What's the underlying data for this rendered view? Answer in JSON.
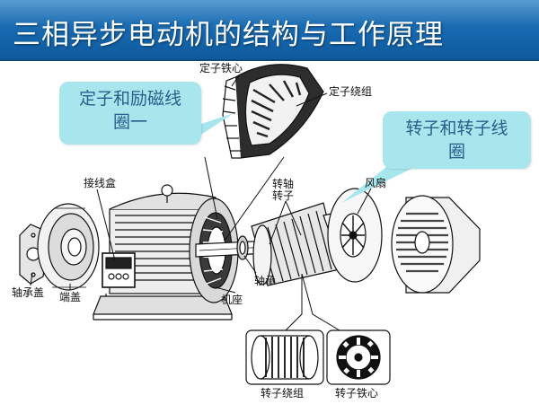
{
  "title": "三相异步电动机的结构与工作原理",
  "callouts": {
    "stator": {
      "line1": "定子和励磁线",
      "line2": "圈一"
    },
    "rotor": {
      "line1": "转子和转子线",
      "line2": "圈"
    }
  },
  "labels": {
    "stator_core": "定子铁心",
    "stator_winding": "定子绕组",
    "junction_box": "接线盒",
    "shaft": "转轴",
    "rotor": "转子",
    "fan": "风扇",
    "bearing_cap": "轴承盖",
    "end_cover": "端盖",
    "bearing": "轴承",
    "frame": "机座",
    "rotor_winding": "转子绕组",
    "rotor_core": "转子铁心"
  },
  "colors": {
    "title_bar": "#1667ae",
    "title_text": "#ffffff",
    "callout_bg": "#a8e6ee",
    "callout_text": "#2a5d8c"
  }
}
